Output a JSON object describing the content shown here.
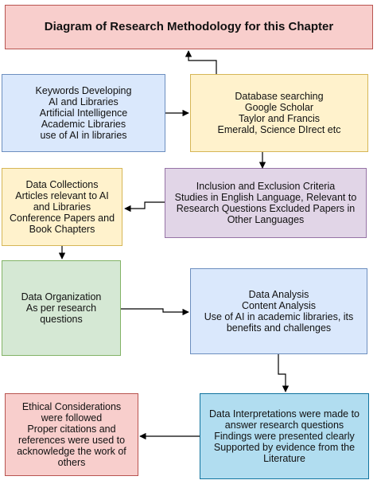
{
  "title": "Diagram of Research Methodology for this Chapter",
  "boxes": {
    "keywords": {
      "lines": [
        "Keywords Developing",
        "AI and Libraries",
        "Artificial Intelligence",
        "Academic Libraries",
        "use of AI in libraries"
      ]
    },
    "database": {
      "lines": [
        "Database searching",
        "Google Scholar",
        "Taylor and Francis",
        "Emerald, Science DIrect etc"
      ]
    },
    "collection": {
      "lines": [
        "Data Collections",
        "Articles relevant to AI",
        "and Libraries",
        "Conference Papers and",
        "Book Chapters"
      ]
    },
    "criteria": {
      "lines": [
        "Inclusion and Exclusion Criteria",
        "Studies in English Language, Relevant to",
        "Research Questions Excluded Papers in",
        "Other Languages"
      ]
    },
    "organization": {
      "lines": [
        "Data Organization",
        "As per research",
        "questions"
      ]
    },
    "analysis": {
      "lines": [
        "Data Analysis",
        "Content Analysis",
        "Use of AI in academic libraries, its",
        "benefits and challenges"
      ]
    },
    "ethical": {
      "lines": [
        "Ethical Considerations",
        "were followed",
        "Proper citations and",
        "references were used to",
        "acknowledge the work of",
        "others"
      ]
    },
    "interpretation": {
      "lines": [
        "Data Interpretations were made to",
        "answer research questions",
        "Findings were presented clearly",
        "Supported by evidence from the",
        "Literature"
      ]
    }
  },
  "colors": {
    "red_fill": "#f8cecc",
    "blue_fill": "#dae8fc",
    "yellow_fill": "#fff2cc",
    "purple_fill": "#e1d5e7",
    "green_fill": "#d5e8d4",
    "cyan_fill": "#b1ddf0",
    "connector": "#000000"
  }
}
